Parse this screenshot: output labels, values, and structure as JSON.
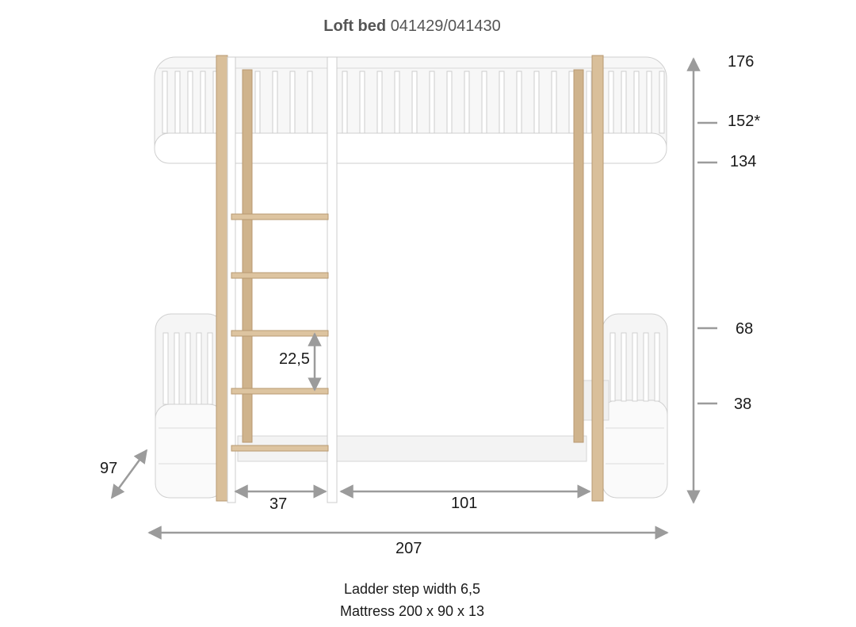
{
  "title": {
    "bold": "Loft bed",
    "rest": "041429/041430"
  },
  "heights": {
    "total": "176",
    "rail_top": "152*",
    "bed_deck": "134",
    "lower_rail": "68",
    "lower_deck": "38"
  },
  "step_spacing": "22,5",
  "depth": "97",
  "ladder_width": "37",
  "inner_width": "101",
  "total_width": "207",
  "notes": {
    "ladder": "Ladder step width 6,5",
    "mattress": "Mattress 200 x 90 x 13"
  },
  "colors": {
    "white": "#ffffff",
    "oak": "#d9bf9a",
    "dimension": "#9b9b9b"
  }
}
